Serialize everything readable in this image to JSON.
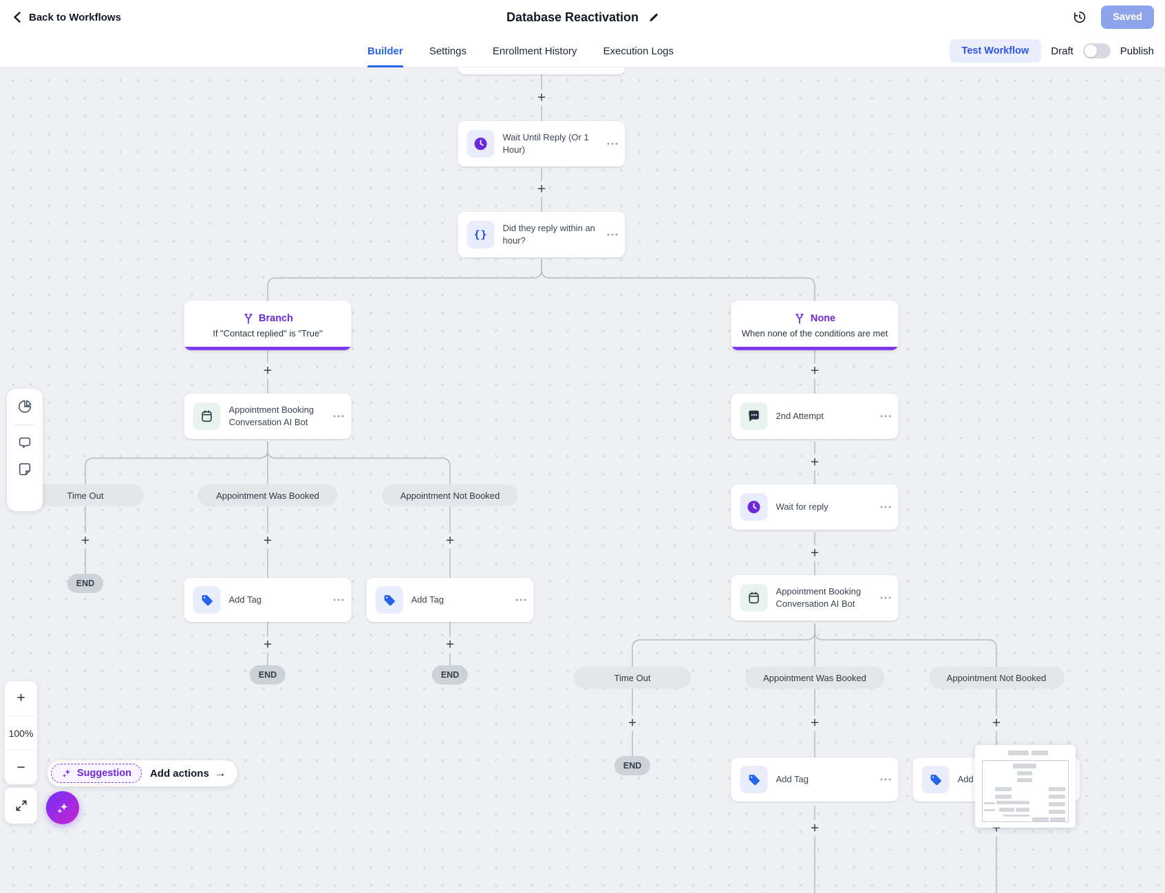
{
  "header": {
    "back_label": "Back to Workflows",
    "title": "Database Reactivation",
    "saved_label": "Saved"
  },
  "tabs": {
    "builder": "Builder",
    "settings": "Settings",
    "enrollment_history": "Enrollment History",
    "execution_logs": "Execution Logs",
    "test_workflow": "Test Workflow",
    "draft": "Draft",
    "publish": "Publish"
  },
  "canvas": {
    "nodes": {
      "wait_until_reply": {
        "title": "Wait Until Reply (Or 1 Hour)"
      },
      "did_they_reply": {
        "title": "Did they reply within an hour?"
      },
      "branch_left": {
        "badge": "Branch",
        "condition": "If \"Contact replied\" is \"True\""
      },
      "branch_right": {
        "badge": "None",
        "condition": "When none of the conditions are met"
      },
      "ai_bot": {
        "title": "Appointment Booking Conversation AI Bot"
      },
      "second_attempt": {
        "title": "2nd Attempt"
      },
      "wait_for_reply": {
        "title": "Wait for reply"
      },
      "add_tag": {
        "title": "Add Tag"
      }
    },
    "pills": {
      "time_out": "Time Out",
      "booked": "Appointment Was Booked",
      "not_booked": "Appointment Not Booked"
    },
    "end_label": "END"
  },
  "controls": {
    "zoom_level": "100%",
    "suggestion_label": "Suggestion",
    "add_actions_label": "Add actions"
  },
  "colors": {
    "accent_blue": "#2563eb",
    "accent_purple": "#7c3aed",
    "saved_button": "#8da4ed",
    "canvas_bg": "#eef0f3"
  }
}
